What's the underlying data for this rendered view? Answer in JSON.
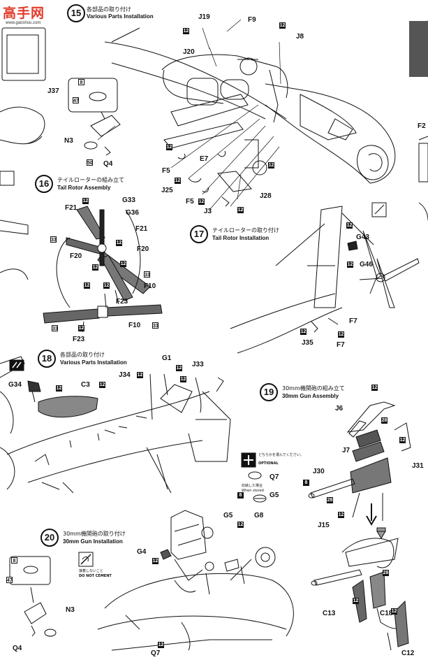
{
  "watermark": {
    "text": "高手网",
    "url": "www.gaoshou.com"
  },
  "steps": [
    {
      "num": "15",
      "jp": "各部品の取り付け",
      "en": "Various Parts Installation"
    },
    {
      "num": "16",
      "jp": "テイルローターの組み立て",
      "en": "Tail Rotor Assembly"
    },
    {
      "num": "17",
      "jp": "テイルローターの取り付け",
      "en": "Tail Rotor Installation"
    },
    {
      "num": "18",
      "jp": "各部品の取り付け",
      "en": "Various Parts Installation"
    },
    {
      "num": "19",
      "jp": "30mm機関砲の組み立て",
      "en": "30mm Gun Assembly"
    },
    {
      "num": "20",
      "jp": "30mm機関砲の取り付け",
      "en": "30mm Gun Installation"
    }
  ],
  "parts": {
    "J19": "J19",
    "J20": "J20",
    "F9": "F9",
    "J8": "J8",
    "J37": "J37",
    "N3": "N3",
    "Q4": "Q4",
    "E7": "E7",
    "F5": "F5",
    "J25": "J25",
    "J28": "J28",
    "J3": "J3",
    "G33": "G33",
    "G36": "G36",
    "F21": "F21",
    "F20": "F20",
    "F10": "F10",
    "F23": "F23",
    "G43": "G43",
    "G46": "G46",
    "F7": "F7",
    "J35": "J35",
    "G1": "G1",
    "J33": "J33",
    "J34": "J34",
    "G34": "G34",
    "C3": "C3",
    "J6": "J6",
    "J7": "J7",
    "J30": "J30",
    "J31": "J31",
    "J15": "J15",
    "Q7": "Q7",
    "G5": "G5",
    "G4": "G4",
    "G8": "G8",
    "C13": "C13",
    "C18": "C18",
    "C12": "C12",
    "F2": "F2"
  },
  "colors": {
    "8": "8",
    "12": "12",
    "28": "28",
    "33": "33",
    "47": "47",
    "50": "50"
  },
  "notes": {
    "optional_jp": "どちらかを選んでください。",
    "optional_en": "OPTIONAL",
    "stored_jp": "収納した場合",
    "stored_en": "When stored",
    "nocement_jp": "接着しないこと",
    "nocement_en": "DO NOT CEMENT"
  },
  "icons": [
    "cement-icon",
    "do-not-cement-icon",
    "optional-icon",
    "decal-icon"
  ]
}
